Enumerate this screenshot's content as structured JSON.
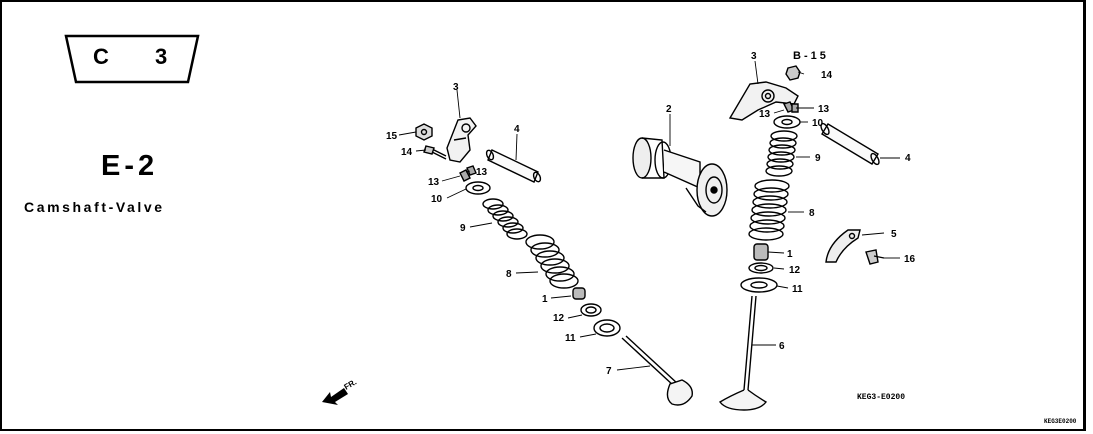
{
  "section": {
    "letter": "C",
    "number": "3"
  },
  "group": {
    "code": "E-2",
    "title": "Camshaft-Valve"
  },
  "reference": {
    "figure_code": "KEG3-E0200",
    "page_code": "KEG3E0200"
  },
  "cross_ref": "B-15",
  "callouts": {
    "left_3": "3",
    "left_4": "4",
    "left_15": "15",
    "left_14": "14",
    "left_13a": "13",
    "left_13b": "13",
    "left_10": "10",
    "left_9": "9",
    "left_8": "8",
    "left_1": "1",
    "left_12": "12",
    "left_11": "11",
    "left_7": "7",
    "cam_2": "2",
    "right_3": "3",
    "right_14": "14",
    "right_13a": "13",
    "right_13b": "13",
    "right_10": "10",
    "right_9": "9",
    "right_4": "4",
    "right_8": "8",
    "right_5": "5",
    "right_16": "16",
    "right_1": "1",
    "right_12": "12",
    "right_11": "11",
    "right_6": "6"
  },
  "front_marker": "FR."
}
